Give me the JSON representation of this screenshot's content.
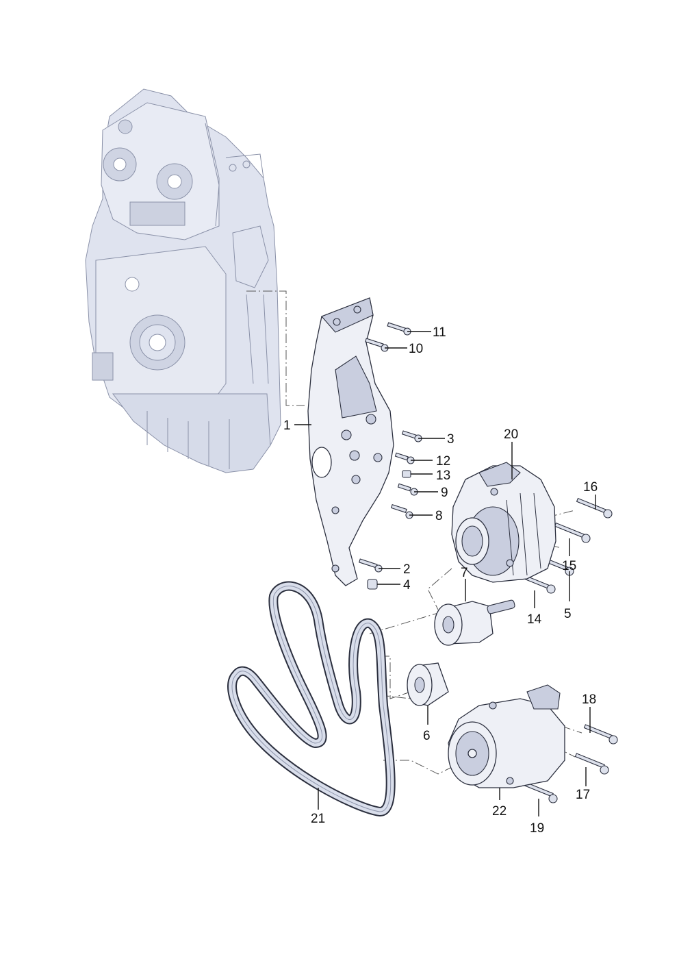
{
  "callouts": [
    {
      "id": "1",
      "label": "1"
    },
    {
      "id": "2",
      "label": "2"
    },
    {
      "id": "3",
      "label": "3"
    },
    {
      "id": "4",
      "label": "4"
    },
    {
      "id": "5",
      "label": "5"
    },
    {
      "id": "6",
      "label": "6"
    },
    {
      "id": "7",
      "label": "7"
    },
    {
      "id": "8",
      "label": "8"
    },
    {
      "id": "9",
      "label": "9"
    },
    {
      "id": "10",
      "label": "10"
    },
    {
      "id": "11",
      "label": "11"
    },
    {
      "id": "12",
      "label": "12"
    },
    {
      "id": "13",
      "label": "13"
    },
    {
      "id": "14",
      "label": "14"
    },
    {
      "id": "15",
      "label": "15"
    },
    {
      "id": "16",
      "label": "16"
    },
    {
      "id": "17",
      "label": "17"
    },
    {
      "id": "18",
      "label": "18"
    },
    {
      "id": "19",
      "label": "19"
    },
    {
      "id": "20",
      "label": "20"
    },
    {
      "id": "21",
      "label": "21"
    },
    {
      "id": "22",
      "label": "22"
    }
  ],
  "colors": {
    "line": "#111111",
    "part_fill": "#eef0f6",
    "part_shade": "#c9cedf",
    "engine_fill": "#dfe3ef",
    "engine_stroke": "#8a91a8"
  }
}
